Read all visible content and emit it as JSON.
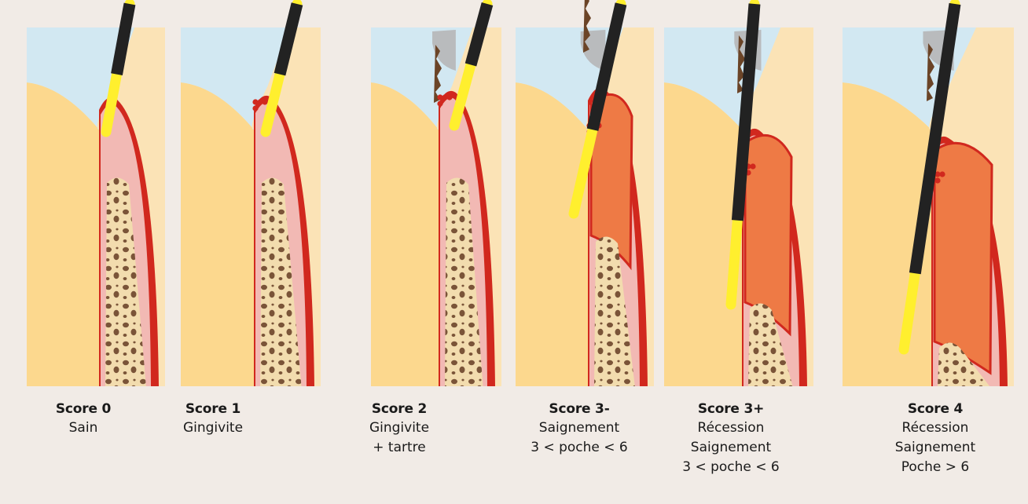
{
  "colors": {
    "background": "#f1ebe6",
    "tooth_root": "#fcd88e",
    "enamel": "#d2e8f2",
    "gum": "#f2b9b4",
    "gum_edge": "#d1281e",
    "inflamed": "#ee7a45",
    "bone": "#f2dcae",
    "calculus": "#6b4427",
    "probe_yellow": "#ffef2e",
    "probe_black": "#222222"
  },
  "panels": [
    {
      "score": "Score 0",
      "lines": [
        "Sain"
      ]
    },
    {
      "score": "Score 1",
      "lines": [
        "Gingivite"
      ]
    },
    {
      "score": "Score 2",
      "lines": [
        "Gingivite",
        "+ tartre"
      ]
    },
    {
      "score": "Score 3-",
      "lines": [
        "Saignement",
        "3 < poche < 6"
      ]
    },
    {
      "score": "Score 3+",
      "lines": [
        "Récession",
        "Saignement",
        "3 < poche < 6"
      ]
    },
    {
      "score": "Score 4",
      "lines": [
        "Récession",
        "Saignement",
        "Poche > 6"
      ]
    }
  ]
}
